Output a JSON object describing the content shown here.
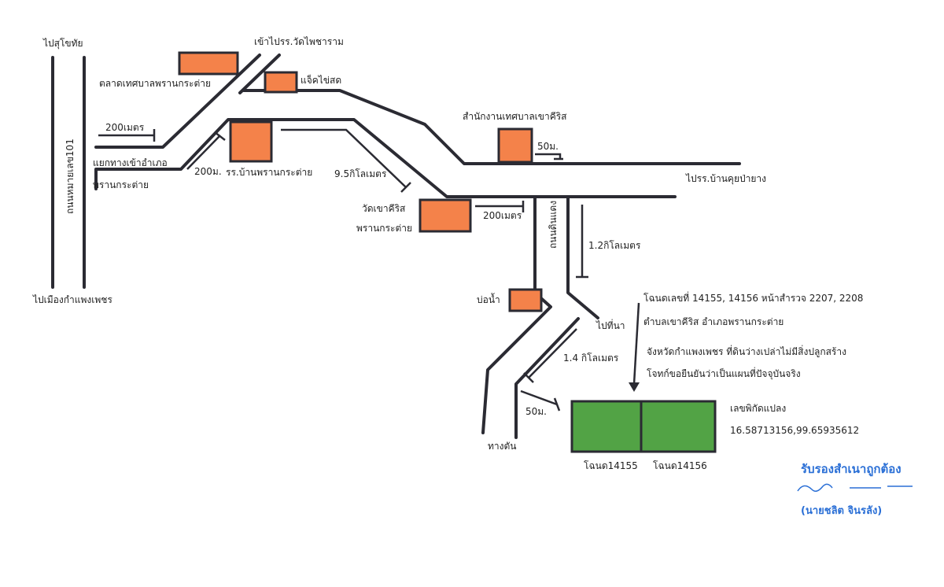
{
  "colors": {
    "building": "#f4824a",
    "land": "#52a345",
    "road": "#2b2b33",
    "stamp": "#2a6fd6"
  },
  "labels": {
    "to_sukhothai": "ไปสุโขทัย",
    "to_kamphaeng_phet": "ไปเมืองกำแพงเพชร",
    "highway_101": "ถนนหมายเลข101",
    "market": "ตลาดเทศบาลพรานกระต่าย",
    "entrance_school": "เข้าไปรร.วัดไพชาราม",
    "egg_shop": "แจ็คไข่สด",
    "distance_200m_1": "200เมตร",
    "junction_line1": "แยกทางเข้าอำเภอ",
    "junction_line2": "พรานกระต่าย",
    "distance_200m_2": "200ม.",
    "school": "รร.บ้านพรานกระต่าย",
    "distance_9_5km": "9.5กิโลเมตร",
    "municipal_office": "สำนักงานเทศบาลเขาคีริส",
    "distance_50m_1": "50ม.",
    "to_khui_pa_yang": "ไปรร.บ้านคุยป่ายาง",
    "temple_line1": "วัดเขาคีริส",
    "temple_line2": "พรานกระต่าย",
    "distance_200m_3": "200เมตร",
    "red_soil_road": "ถนนดินแดง",
    "distance_1_2km": "1.2กิโลเมตร",
    "pond": "บ่อน้ำ",
    "to_field": "ไปที่นา",
    "distance_1_4km": "1.4 กิโลเมตร",
    "distance_50m_2": "50ม.",
    "dead_end": "ทางตัน",
    "deed_info_1": "โฉนดเลขที่ 14155, 14156  หน้าสำรวจ 2207, 2208",
    "deed_info_2": "ตำบลเขาคีริส  อำเภอพรานกระต่าย",
    "deed_info_3": "จังหวัดกำแพงเพชร ที่ดินว่างเปล่าไม่มีสิ่งปลูกสร้าง",
    "deed_info_4": "โจทก์ขอยืนยันว่าเป็นแผนที่ปัจจุบันจริง",
    "coords_title": "เลขพิกัดแปลง",
    "coords_value": "16.58713156,99.65935612",
    "deed_14155": "โฉนด14155",
    "deed_14156": "โฉนด14156",
    "stamp_certified": "รับรองสำเนาถูกต้อง",
    "stamp_name": "(นายชลิต  จินรลัง)"
  }
}
